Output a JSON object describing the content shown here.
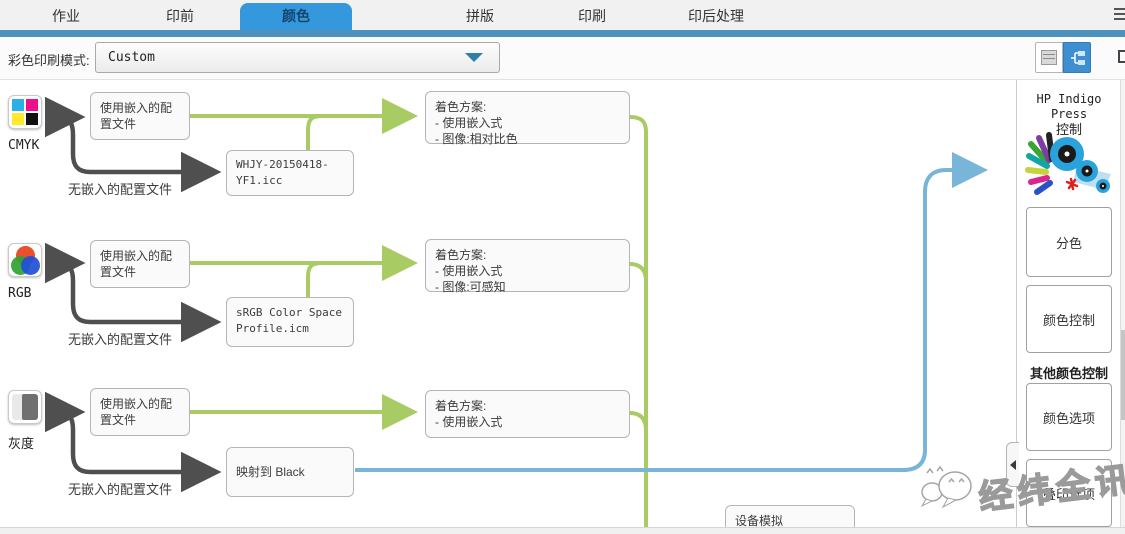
{
  "tabs": {
    "items": [
      "作业",
      "印前",
      "颜色",
      "拼版",
      "印刷",
      "印后处理"
    ],
    "active": "颜色"
  },
  "toolbar": {
    "color_mode_label": "彩色印刷模式:",
    "color_mode_value": "Custom"
  },
  "diagram": {
    "rows": [
      {
        "source": "CMYK",
        "embedded_box": "使用嵌入的配置文件",
        "no_embedded_label": "无嵌入的配置文件",
        "profile_box": "WHJY-20150418-YF1.icc",
        "scheme": {
          "l0": "着色方案:",
          "l1": "- 使用嵌入式",
          "l2": "- 图像:相对比色"
        }
      },
      {
        "source": "RGB",
        "embedded_box": "使用嵌入的配置文件",
        "no_embedded_label": "无嵌入的配置文件",
        "profile_box": "sRGB Color Space Profile.icm",
        "scheme": {
          "l0": "着色方案:",
          "l1": "- 使用嵌入式",
          "l2": "- 图像:可感知"
        }
      },
      {
        "source": "灰度",
        "embedded_box": "使用嵌入的配置文件",
        "no_embedded_label": "无嵌入的配置文件",
        "profile_box": "映射到 Black",
        "scheme": {
          "l0": "着色方案:",
          "l1": "- 使用嵌入式"
        }
      }
    ],
    "device_simulation_box": "设备模拟"
  },
  "side_panel": {
    "title_line1": "HP Indigo Press",
    "title_line2": "控制",
    "buttons": [
      "分色",
      "颜色控制"
    ],
    "other_controls_heading": "其他颜色控制",
    "other_buttons": [
      "颜色选项",
      "叠印选项"
    ]
  },
  "watermark": {
    "text": "经纬全讯"
  },
  "icons": {
    "chevron_down": "▾",
    "collapse_left": "◂",
    "list_view": "form-list",
    "flow_view": "flow-tree"
  },
  "colors": {
    "active_tab": "#3598dc",
    "tab_strip": "#4d92bc",
    "flow_green": "#a8cb63",
    "flow_blue": "#79b4d9",
    "flow_dark": "#4f4f4f"
  }
}
